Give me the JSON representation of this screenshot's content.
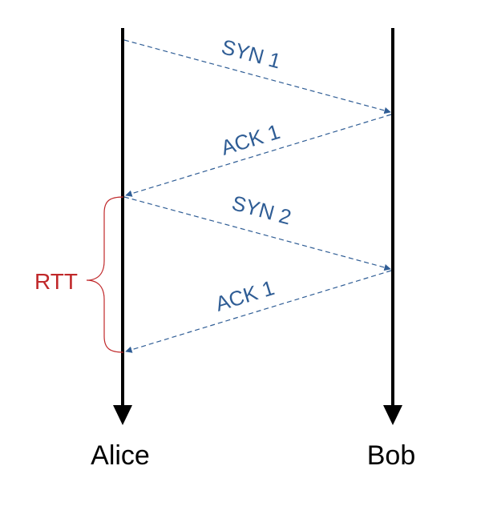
{
  "actors": {
    "alice": "Alice",
    "bob": "Bob"
  },
  "messages": [
    {
      "label": "SYN 1",
      "from": "Alice",
      "to": "Bob"
    },
    {
      "label": "ACK 1",
      "from": "Bob",
      "to": "Alice"
    },
    {
      "label": "SYN 2",
      "from": "Alice",
      "to": "Bob"
    },
    {
      "label": "ACK 1",
      "from": "Bob",
      "to": "Alice"
    }
  ],
  "rtt": {
    "label": "RTT"
  },
  "colors": {
    "lifeline": "#000000",
    "message": "#2f5d95",
    "rtt": "#c0282a"
  }
}
